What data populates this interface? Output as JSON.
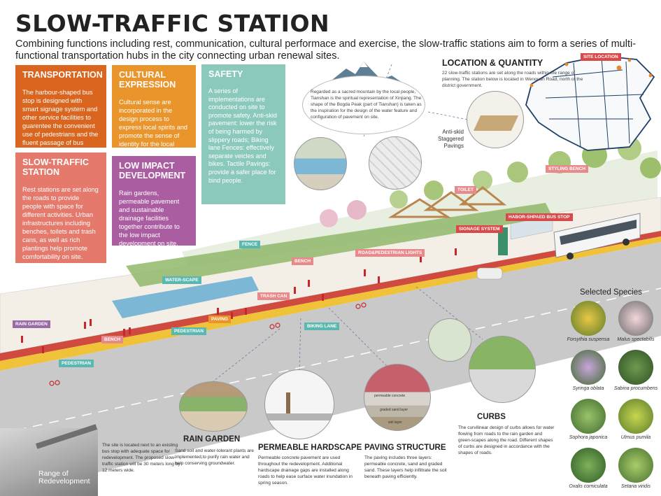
{
  "title": "SLOW-TRAFFIC STATION",
  "intro": "Combining functions including rest, communication, cultural performace and exercise, the slow-traffic stations aim to form a series of multi-functional transportation hubs in the city connecting urban renewal sites.",
  "cards": {
    "transportation": {
      "title": "TRANSPORTATION",
      "text": "The harbour-shaped bus stop is designed with smart signage system and other service facilities to guarentee the convenient use of pedestrians and the fluent passage of bus lines.",
      "color": "#d9651f"
    },
    "cultural": {
      "title": "CULTURAL EXPRESSION",
      "text": "Cultural sense are incorporated in the design process to  express local spirits and promote the sense of identity for the local dwellers.",
      "color": "#e9952c"
    },
    "safety": {
      "title": "SAFETY",
      "text": "A series of implementations are conducted on site to promote safety. Anti-skid pavement: lower the risk of being harmed by slippery roads; Biking lane Fences: effectively separate veicles and bikes. Tactile Pavings: provide a safer place for bind people.",
      "color": "#8cc9bd"
    },
    "slow_traffic": {
      "title": "SLOW-TRAFFIC STATION",
      "text": "Rest stations are set along the roads to provide people with space for different activities. Urban infrastructures including benches, toilets and trash cans, as well as rich plantings help promote comfortability on site.",
      "color": "#e57a6c"
    },
    "low_impact": {
      "title": "LOW IMPACT DEVELOPMENT",
      "text": "Rain gardens, permeable pavement and sustainable drainage facilities together contribute to the low impact development on site.",
      "color": "#ab5da2"
    }
  },
  "mountain_text": "Regarded as a sacred mountain by the local people, Tianshan is the spiritual representation of Xinjiang. The shape of the Bogda Peak (part of Tianshan) is taken as the inspiration for the design of the water feature and configuration of pavement on site.",
  "anti_skid_label": "Anti-skid Staggered Pavings",
  "location": {
    "title": "LOCATION & QUANTITY",
    "text": "22 slow-traffic stations are set along the roads within the range of planning. The station below is located in Wenquan Road, north of the district government.",
    "site_label": "SITE LOCATION"
  },
  "tags": {
    "styling_bench": "STYLING BENCH",
    "toilet": "TOILET",
    "habor_bus_stop": "HABOR-SHPAED BUS STOP",
    "signage": "SIGNAGE SYSTEM",
    "fence": "FENCE",
    "road_lights": "ROAD&PEDESTRIAN LIGHTS",
    "bench1": "BENCH",
    "water_scape": "WATER-SCAPE",
    "trash_can": "TRASH CAN",
    "rain_garden": "RAIN GARDEN",
    "paving": "PAVING",
    "pedestrian1": "PEDESTRIAN",
    "biking_lane": "BIKING LANE",
    "bench2": "BENCH",
    "pedestrian2": "PEDESTRIAN"
  },
  "sections": {
    "rain_garden": {
      "title": "RAIN GARDEN",
      "text": "Sand soil and water-tolerant plants are implemented,to purify rain water and help conserving groundwater."
    },
    "permeable": {
      "title": "PERMEABLE HARDSCAPE",
      "text": "Permeable concrete pavement are used throughout the redevelopment. Additional hardscape drainage gaps are installed along roads to help ease surface water inundation in spring season."
    },
    "paving": {
      "title": "PAVING STRUCTURE",
      "text": "The paving includes three layers: permeable concrete, sand and graded sand. These layers help infiltrate the soil beneath paving efficiently."
    },
    "curbs": {
      "title": "CURBS",
      "text": "The curvilinear design of curbs allows for water flowing from roads to the rain garden and green-scapes along the road. Different shapes of curbs are designed in accordance with the shapes of roads."
    }
  },
  "paving_layers": [
    "permeable concrete",
    "graded sand layer",
    "soil layer"
  ],
  "redevelopment": {
    "text": "The site is located next to an existing bus stop with adequate space for redevelopment. The proposed slow-traffic station will be 30 meters long by 12 meters wide.",
    "label": "Range of Redevelopment"
  },
  "species": {
    "title": "Selected Species",
    "items": [
      {
        "name": "Forsythia suspensa",
        "color": "#d9b32a"
      },
      {
        "name": "Malus spectabilis",
        "color": "#e8b5b8"
      },
      {
        "name": "Syringa oblata",
        "color": "#b48ac9"
      },
      {
        "name": "Sabina procumbens",
        "color": "#4f7a3a"
      },
      {
        "name": "Sophora japonica",
        "color": "#5a9a3b"
      },
      {
        "name": "Ulmus pumila",
        "color": "#9cb83a"
      },
      {
        "name": "Oxalis corniculata",
        "color": "#4e8f3a"
      },
      {
        "name": "Setaria viridis",
        "color": "#7aa840"
      }
    ]
  }
}
